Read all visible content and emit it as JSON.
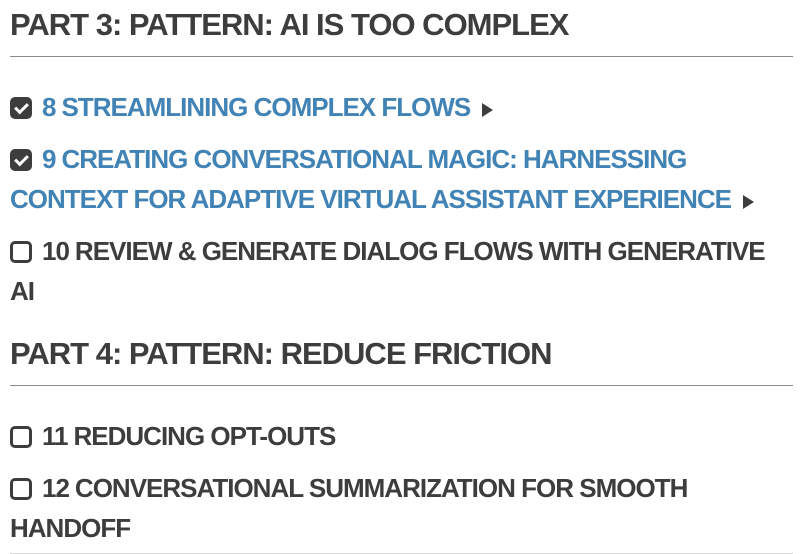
{
  "page": {
    "background": "#ffffff"
  },
  "colors": {
    "page_background": "#ffffff",
    "link_blue": "#4183b5",
    "text_dark": "#3d3d3d",
    "divider_gray": "#8a8a8a",
    "checkbox_dark": "#3d3d3d",
    "bottom_divider_light": "#d9d9d9"
  },
  "sections": [
    {
      "heading": "PART 3: PATTERN: AI IS TOO COMPLEX",
      "items": [
        {
          "number": "8",
          "title": "STREAMLINING COMPLEX FLOWS",
          "checked": true,
          "is_link": true,
          "has_expand_arrow": true
        },
        {
          "number": "9",
          "title": "CREATING CONVERSATIONAL MAGIC: HARNESSING CONTEXT FOR ADAPTIVE VIRTUAL ASSISTANT EXPERIENCE",
          "checked": true,
          "is_link": true,
          "has_expand_arrow": true
        },
        {
          "number": "10",
          "title": "REVIEW & GENERATE DIALOG FLOWS WITH GENERATIVE AI",
          "checked": false,
          "is_link": false,
          "has_expand_arrow": false
        }
      ]
    },
    {
      "heading": "PART 4: PATTERN: REDUCE FRICTION",
      "items": [
        {
          "number": "11",
          "title": "REDUCING OPT-OUTS",
          "checked": false,
          "is_link": false,
          "has_expand_arrow": false
        },
        {
          "number": "12",
          "title": "CONVERSATIONAL SUMMARIZATION FOR SMOOTH HANDOFF",
          "checked": false,
          "is_link": false,
          "has_expand_arrow": false
        }
      ]
    }
  ]
}
